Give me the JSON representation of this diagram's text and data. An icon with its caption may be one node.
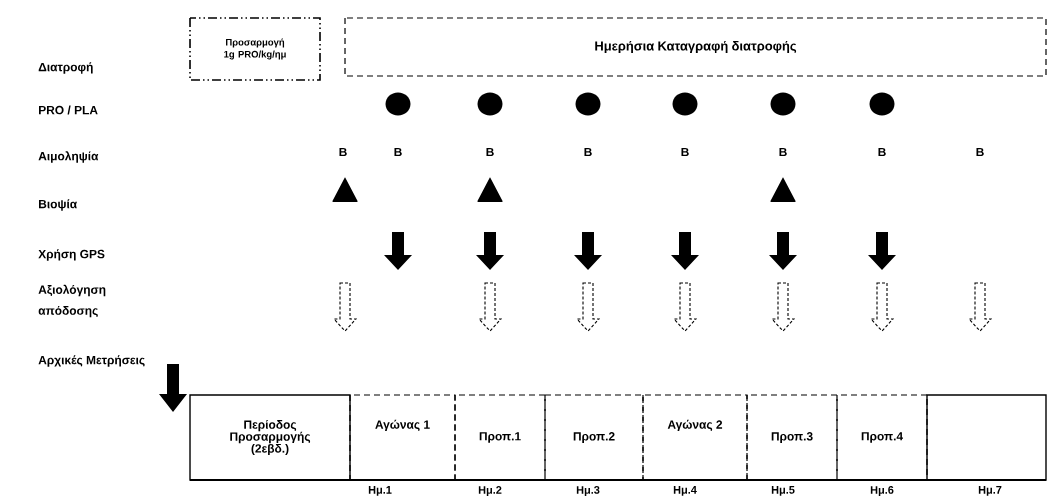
{
  "diagram": {
    "nodes": [
      {
        "text": [
          "Προσαρμογή 1g PRO/kg/ημ"
        ]
      },
      {
        "text": [
          "Ημερήσια Καταγραφή διατροφής"
        ]
      },
      {
        "text": [
          "Περίοδος Προσαρμογής (2εβδ.)"
        ]
      },
      {
        "text": [
          "Αγώνας 1"
        ]
      },
      {
        "text": [
          "Προπ.1"
        ]
      },
      {
        "text": [
          "Προπ.2"
        ]
      },
      {
        "text": [
          "Αγώνας 2"
        ]
      },
      {
        "text": [
          "Προπ.3"
        ]
      },
      {
        "text": [
          "Προπ.4"
        ]
      },
      {
        "text": [],
        "shape": "box"
      }
    ],
    "labels": [
      "Διατροφή",
      "PRO / PLA",
      "Αιμοληψία",
      "B",
      "B",
      "B",
      "B",
      "B",
      "B",
      "B",
      "B",
      "Βιοψία",
      "Χρήση GPS",
      "Αξιολόγηση απόδοσης",
      "Αρχικές Μετρήσεις",
      "Ημ.1",
      "Ημ.2",
      "Ημ.3",
      "Ημ.4",
      "Ημ.5",
      "Ημ.6",
      "Ημ.7"
    ]
  }
}
